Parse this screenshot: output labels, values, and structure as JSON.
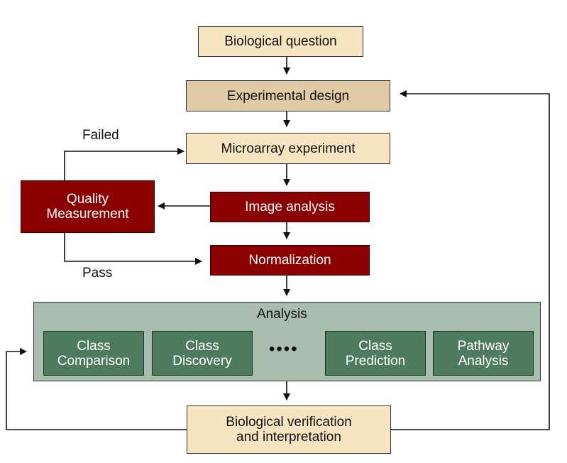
{
  "nodes": {
    "biological_question": "Biological question",
    "experimental_design": "Experimental design",
    "microarray_experiment": "Microarray experiment",
    "quality_measurement": "Quality\nMeasurement",
    "image_analysis": "Image analysis",
    "normalization": "Normalization",
    "analysis": {
      "title": "Analysis",
      "methods": [
        "Class\nComparison",
        "Class\nDiscovery",
        "Class\nPrediction",
        "Pathway\nAnalysis"
      ],
      "ellipsis": "••••"
    },
    "biological_verification": "Biological verification\nand interpretation"
  },
  "edge_labels": {
    "failed": "Failed",
    "pass": "Pass"
  },
  "colors": {
    "cream": "#f7e4c1",
    "tan": "#e0c9a5",
    "dark_red": "#8b0000",
    "panel_green": "#a8bdaf",
    "method_green": "#4e7a5e"
  }
}
